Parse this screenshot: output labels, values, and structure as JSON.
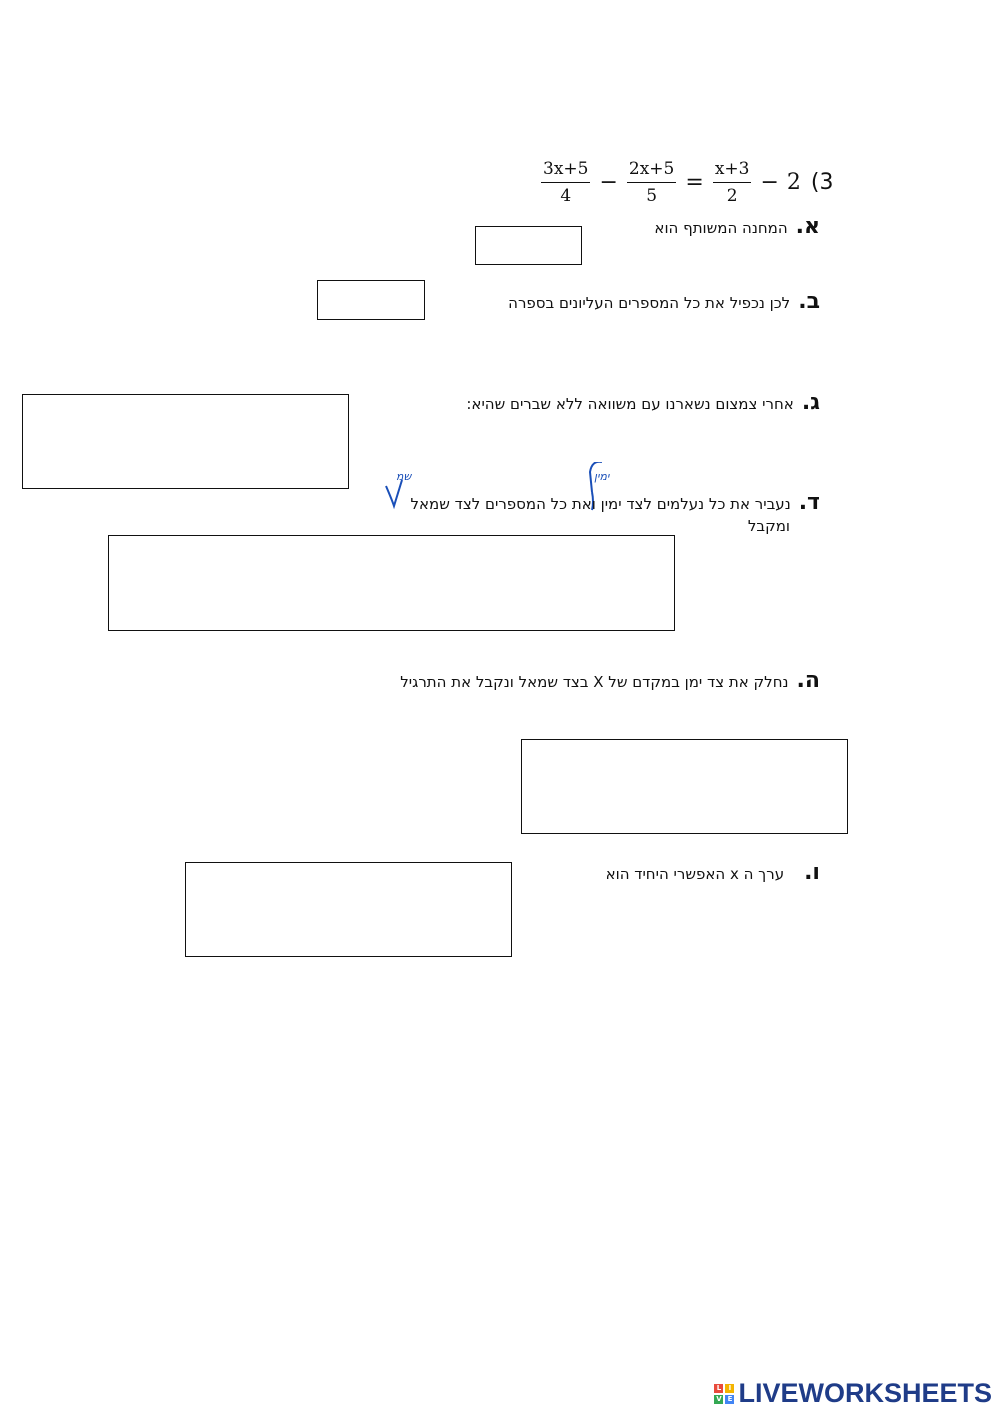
{
  "equation": {
    "question_number": "3)",
    "term1_num": "3x+5",
    "term1_den": "4",
    "minus1": "−",
    "term2_num": "2x+5",
    "term2_den": "5",
    "equals": "=",
    "term3_num": "x+3",
    "term3_den": "2",
    "minus2": "−",
    "constant": "2"
  },
  "steps": {
    "a": {
      "letter": "א.",
      "text": "המחנה המשותף הוא"
    },
    "b": {
      "letter": "ב.",
      "text": "לכן נכפיל את כל המספרים העליונים בספרה"
    },
    "c": {
      "letter": "ג.",
      "text": "אחרי צמצום נשארנו עם משוואה ללא שברים שהיא:"
    },
    "d": {
      "letter": "ד.",
      "text": "נעביר את כל נעלמים לצד ימין ואת כל המספרים לצד שמאל",
      "text2": "ומקבל"
    },
    "e": {
      "letter": "ה.",
      "text": "נחלק את צד ימן במקדם של X בצד שמאל ונקבל את התרגיל"
    },
    "f": {
      "letter": "ו.",
      "text": "ערך ה x האפשרי היחיד הוא"
    }
  },
  "handwriting": {
    "note_left": "שמ",
    "note_right": "ימין"
  },
  "logo": {
    "text": "LIVEWORKSHEETS",
    "squares": [
      "L",
      "I",
      "V",
      "E"
    ]
  },
  "colors": {
    "ink": "#111111",
    "handwriting": "#1a4fb8",
    "logo": "#1f3c88"
  }
}
